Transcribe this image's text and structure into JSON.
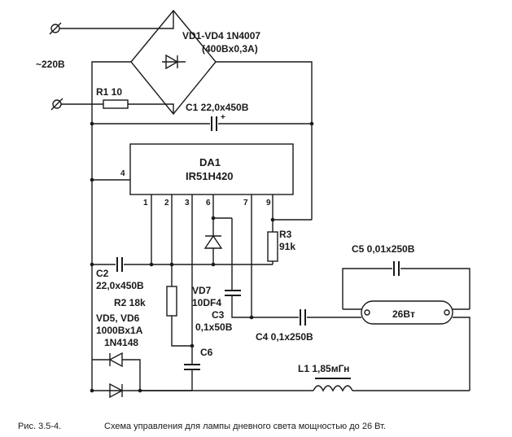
{
  "labels": {
    "bridge": "VD1-VD4 1N4007",
    "bridge_rating": "(400Bx0,3A)",
    "mains": "~220B",
    "r1": "R1 10",
    "c1": "C1 22,0x450B",
    "c1_plus": "+",
    "ic_name": "DA1",
    "ic_part": "IR51H420",
    "pin1": "1",
    "pin2": "2",
    "pin3": "3",
    "pin4": "4",
    "pin6": "6",
    "pin7": "7",
    "pin9": "9",
    "r3_name": "R3",
    "r3_value": "91k",
    "c5": "C5 0,01x250B",
    "c2_name": "C2",
    "c2_value": "22,0x450B",
    "r2": "R2 18k",
    "vd7_name": "VD7",
    "vd7_part": "10DF4",
    "c3_name": "C3",
    "c3_value": "0,1x50B",
    "c4": "C4 0,1x250B",
    "lamp": "26Bт",
    "vd56_name": "VD5, VD6",
    "vd56_rating": "1000Bx1A",
    "vd56_part": "1N4148",
    "c6": "C6",
    "l1": "L1 1,85мГн"
  },
  "caption": {
    "number": "Рис. 3.5-4.",
    "text": "Схема управления для лампы дневного света мощностью до 26 Вт."
  }
}
